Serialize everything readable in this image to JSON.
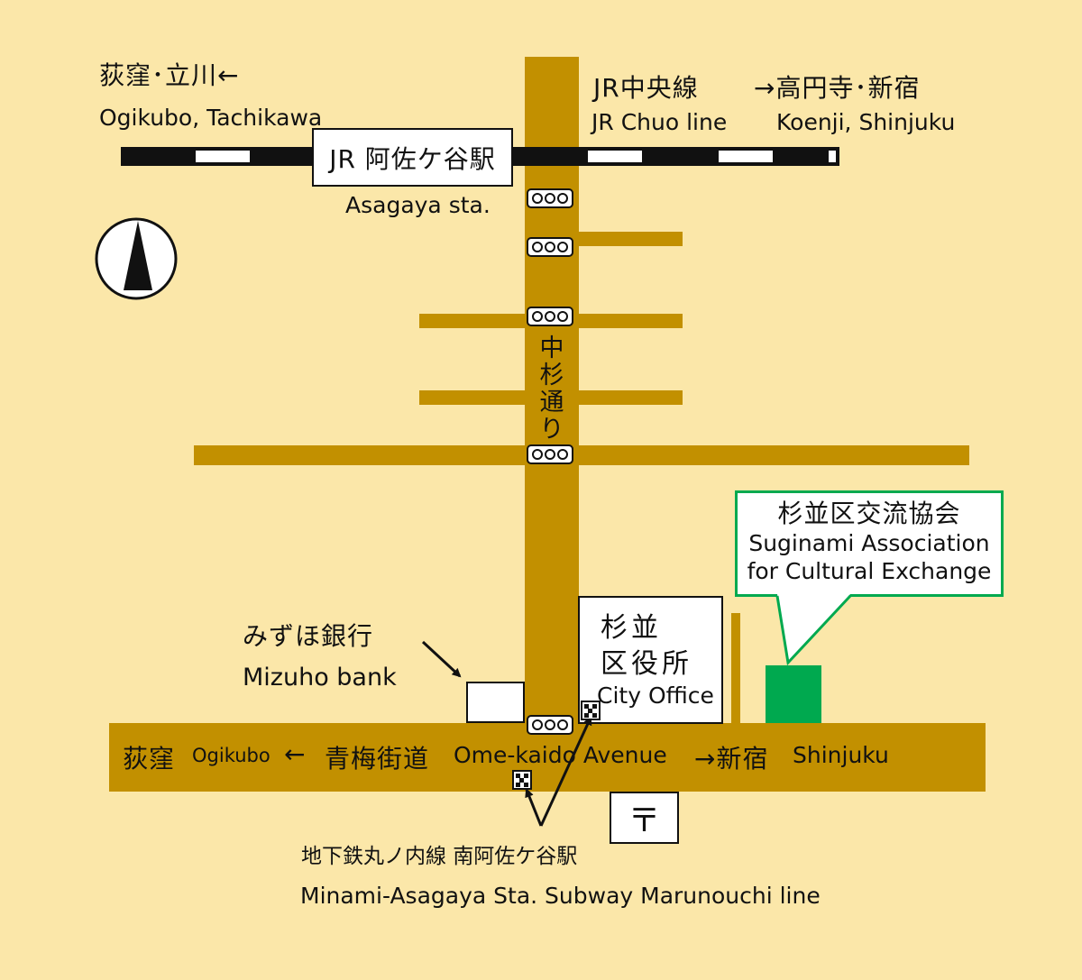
{
  "rail": {
    "west_jp": "荻窪･立川←",
    "west_en": "Ogikubo, Tachikawa",
    "line_jp": "JR中央線",
    "line_en": "JR Chuo line",
    "east_jp": "→高円寺･新宿",
    "east_en": "Koenji, Shinjuku",
    "station_jp": "JR 阿佐ケ谷駅",
    "station_en": "Asagaya sta."
  },
  "nakasugi_road": "中杉通り",
  "destination": {
    "name_jp": "杉並区交流協会",
    "name_en_1": "Suginami Association",
    "name_en_2": "for Cultural Exchange"
  },
  "city_office": {
    "jp_1": "杉並",
    "jp_2": "区役所",
    "en": "City Office"
  },
  "bank": {
    "jp": "みずほ銀行",
    "en": "Mizuho bank"
  },
  "avenue": {
    "west_jp": "荻窪",
    "west_en": "Ogikubo",
    "arrow_left": "←",
    "name_jp": "青梅街道",
    "name_en": "Ome-kaido Avenue",
    "east_jp": "→新宿",
    "east_en": "Shinjuku"
  },
  "post_office_symbol": "〒",
  "subway": {
    "jp": "地下鉄丸ノ内線 南阿佐ケ谷駅",
    "en": "Minami-Asagaya Sta. Subway Marunouchi line"
  },
  "colors": {
    "background": "#fbe7a9",
    "road": "#c29000",
    "destination": "#00a94f"
  },
  "icons": [
    "north-arrow-icon",
    "traffic-signal-icon",
    "subway-entrance-icon",
    "post-office-icon"
  ]
}
